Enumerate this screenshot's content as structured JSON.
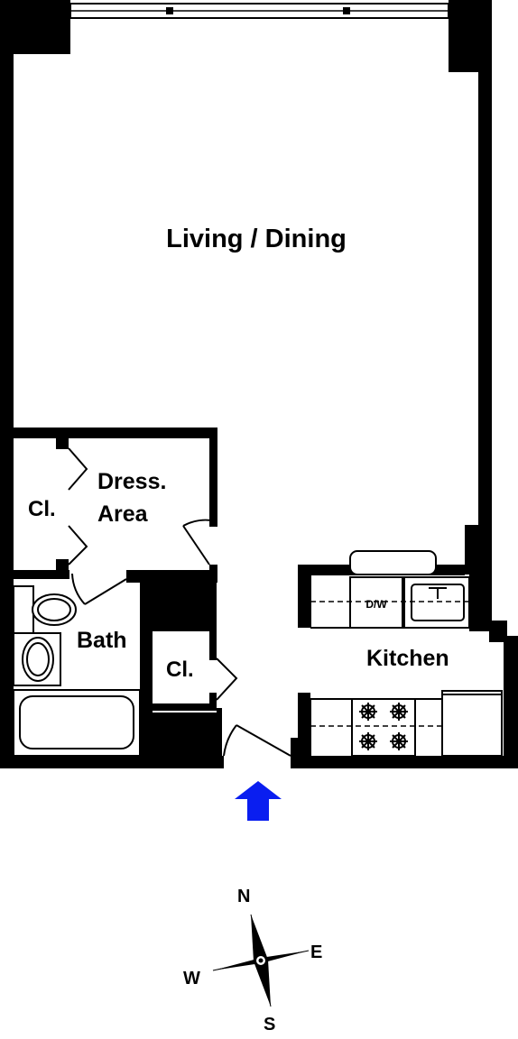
{
  "rooms": {
    "living": "Living / Dining",
    "dress_line1": "Dress.",
    "dress_line2": "Area",
    "closet_dress": "Cl.",
    "bath": "Bath",
    "closet_entry": "Cl.",
    "kitchen": "Kitchen"
  },
  "appliances": {
    "dishwasher": "D/W"
  },
  "compass": {
    "north": "N",
    "south": "S",
    "east": "E",
    "west": "W"
  },
  "colors": {
    "walls": "#000000",
    "entry_arrow": "#0a1ef0",
    "background": "#ffffff"
  },
  "icons": {
    "entry": "entry-arrow-icon",
    "compass": "compass-rose-icon"
  }
}
